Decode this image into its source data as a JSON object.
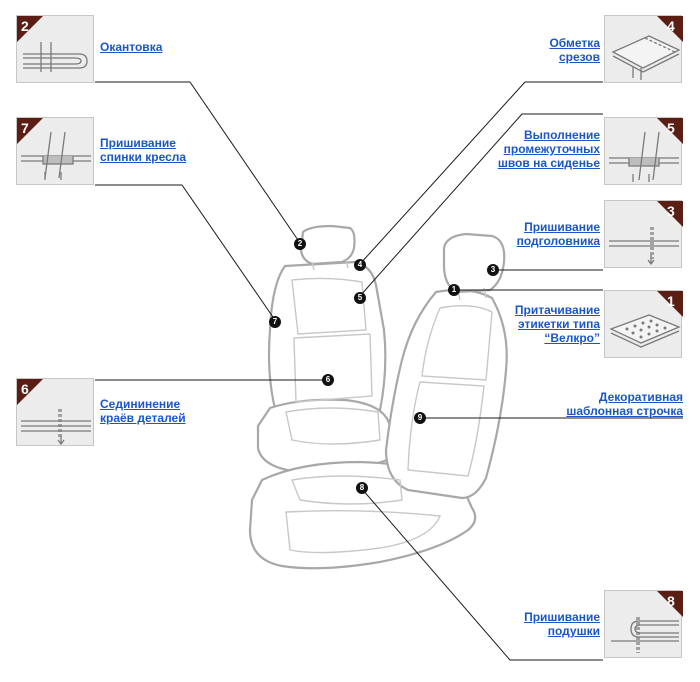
{
  "colors": {
    "label": "#1a56c8",
    "card_bg": "#ececec",
    "card_badge": "#5a1e14",
    "leader": "#1a1a1a"
  },
  "cards": [
    {
      "id": "c2",
      "number": "2",
      "icon": "edge-binding-icon",
      "label": "Окантовка"
    },
    {
      "id": "c7",
      "number": "7",
      "icon": "seat-back-sewing-icon",
      "label": "Пришивание\nспинки кресла"
    },
    {
      "id": "c6",
      "number": "6",
      "icon": "edge-joining-icon",
      "label": "Седининение\nкраёв деталей"
    },
    {
      "id": "c4",
      "number": "4",
      "icon": "overlock-icon",
      "label": "Обметка\nсрезов"
    },
    {
      "id": "c5",
      "number": "5",
      "icon": "intermediate-seams-icon",
      "label": "Выполнение\nпромежуточных\nшвов на сиденье"
    },
    {
      "id": "c3",
      "number": "3",
      "icon": "headrest-sewing-icon",
      "label": "Пришивание\nподголовника"
    },
    {
      "id": "c1",
      "number": "1",
      "icon": "velcro-label-icon",
      "label": "Притачивание\nэтикетки типа\n“Велкро”"
    },
    {
      "id": "c8",
      "number": "8",
      "icon": "cushion-sewing-icon",
      "label": "Пришивание\nподушки"
    }
  ],
  "extra_label": "Декоративная\nшаблонная строчка",
  "markers": [
    "1",
    "2",
    "3",
    "4",
    "5",
    "6",
    "7",
    "8",
    "9"
  ]
}
